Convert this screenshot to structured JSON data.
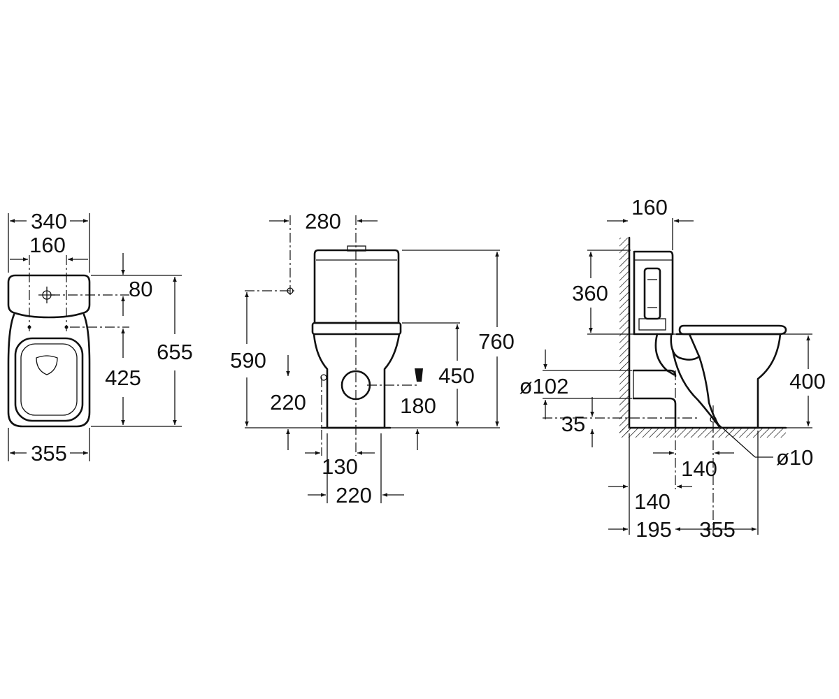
{
  "views": {
    "top": {
      "dims": {
        "overall_width": "340",
        "hole_spacing": "160",
        "hole_offset": "80",
        "hole_to_front": "425",
        "overall_depth": "655",
        "base_width": "355"
      }
    },
    "front": {
      "dims": {
        "supply_offset": "280",
        "supply_height": "590",
        "outlet_height_left": "220",
        "outlet_height_right": "180",
        "seat_height": "450",
        "overall_height": "760",
        "outlet_offset": "130",
        "foot_width": "220"
      }
    },
    "side": {
      "dims": {
        "cistern_depth": "160",
        "cistern_height": "360",
        "outlet_diameter": "ø102",
        "outlet_axis_height": "35",
        "bowl_height": "400",
        "fixing_diameter": "ø10",
        "fixing_spacing": "140",
        "outlet_to_wall": "140",
        "fixing_to_wall": "195",
        "fixing_to_front": "355"
      }
    }
  },
  "colors": {
    "line": "#111111",
    "background": "#ffffff"
  }
}
